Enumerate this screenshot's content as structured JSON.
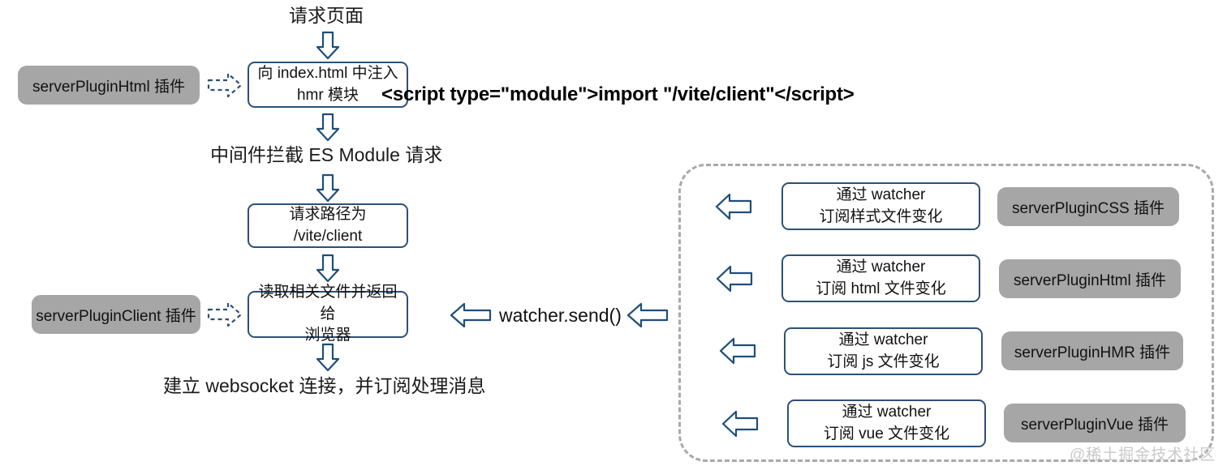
{
  "diagram": {
    "title_top": "请求页面",
    "left_flow": {
      "step_inject": {
        "line1": "向 index.html 中注入",
        "line2": "hmr 模块"
      },
      "code_snippet": "<script type=\"module\">import \"/vite/client\"</script>",
      "step_middleware": "中间件拦截 ES Module 请求",
      "step_path": "请求路径为 /vite/client",
      "step_read": {
        "line1": "读取相关文件并返回给",
        "line2": "浏览器"
      },
      "step_websocket": "建立 websocket 连接，并订阅处理消息",
      "plugin_html": "serverPluginHtml 插件",
      "plugin_client": "serverPluginClient 插件"
    },
    "middle": {
      "send_label": "watcher.send()"
    },
    "watcher_panel": {
      "rows": [
        {
          "box_line1": "通过 watcher",
          "box_line2": "订阅样式文件变化",
          "plugin": "serverPluginCSS 插件"
        },
        {
          "box_line1": "通过 watcher",
          "box_line2": "订阅 html 文件变化",
          "plugin": "serverPluginHtml 插件"
        },
        {
          "box_line1": "通过 watcher",
          "box_line2": "订阅 js 文件变化",
          "plugin": "serverPluginHMR 插件"
        },
        {
          "box_line1": "通过 watcher",
          "box_line2": "订阅 vue 文件变化",
          "plugin": "serverPluginVue 插件"
        }
      ]
    },
    "watermark": "@稀土掘金技术社区",
    "colors": {
      "box_border": "#2E5077",
      "pill_fill": "#A6A6A6",
      "arrow_stroke": "#1F4E79",
      "dashed_border": "#A9A9A9",
      "text": "#111111",
      "watermark": "#C9C9C9"
    }
  }
}
